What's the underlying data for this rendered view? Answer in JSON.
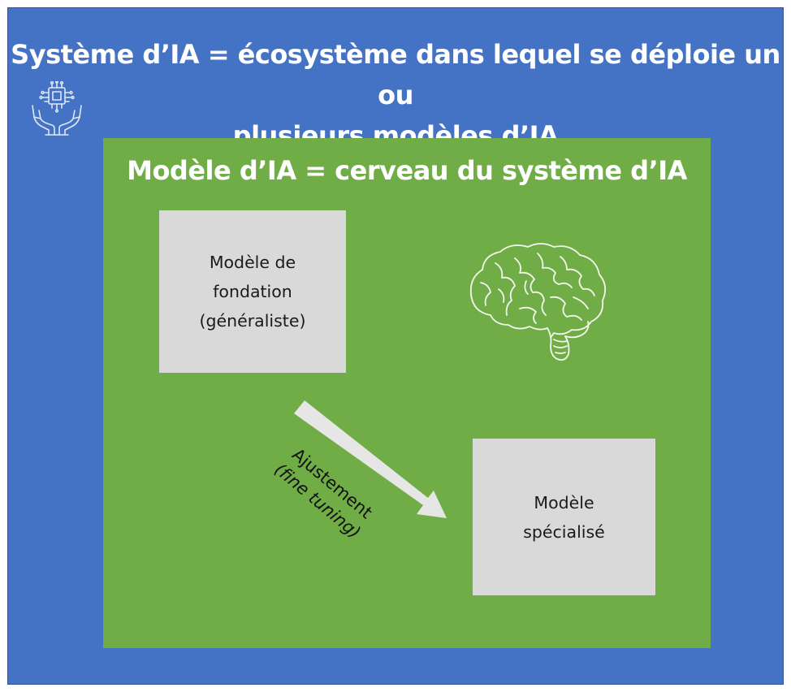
{
  "colors": {
    "outer_background": "#4472c4",
    "outer_border": "#2f5597",
    "inner_background": "#70ad47",
    "box_fill": "#d9d9d9",
    "arrow_fill": "#e6e6e6",
    "title_text": "#ffffff"
  },
  "system": {
    "title_line1": "Système d’IA = écosystème dans lequel se déploie un ou",
    "title_line2": "plusieurs modèles d’IA",
    "icon": "hands-holding-chip-icon"
  },
  "model": {
    "title": "Modèle d’IA = cerveau du système d’IA",
    "brain_icon": "brain-icon"
  },
  "foundation_box": {
    "line1": "Modèle de",
    "line2": "fondation",
    "line3": "(généraliste)"
  },
  "specialized_box": {
    "line1": "Modèle",
    "line2": "spécialisé"
  },
  "arrow": {
    "label_line1": "Ajustement",
    "label_line2": "(fine tuning)"
  }
}
